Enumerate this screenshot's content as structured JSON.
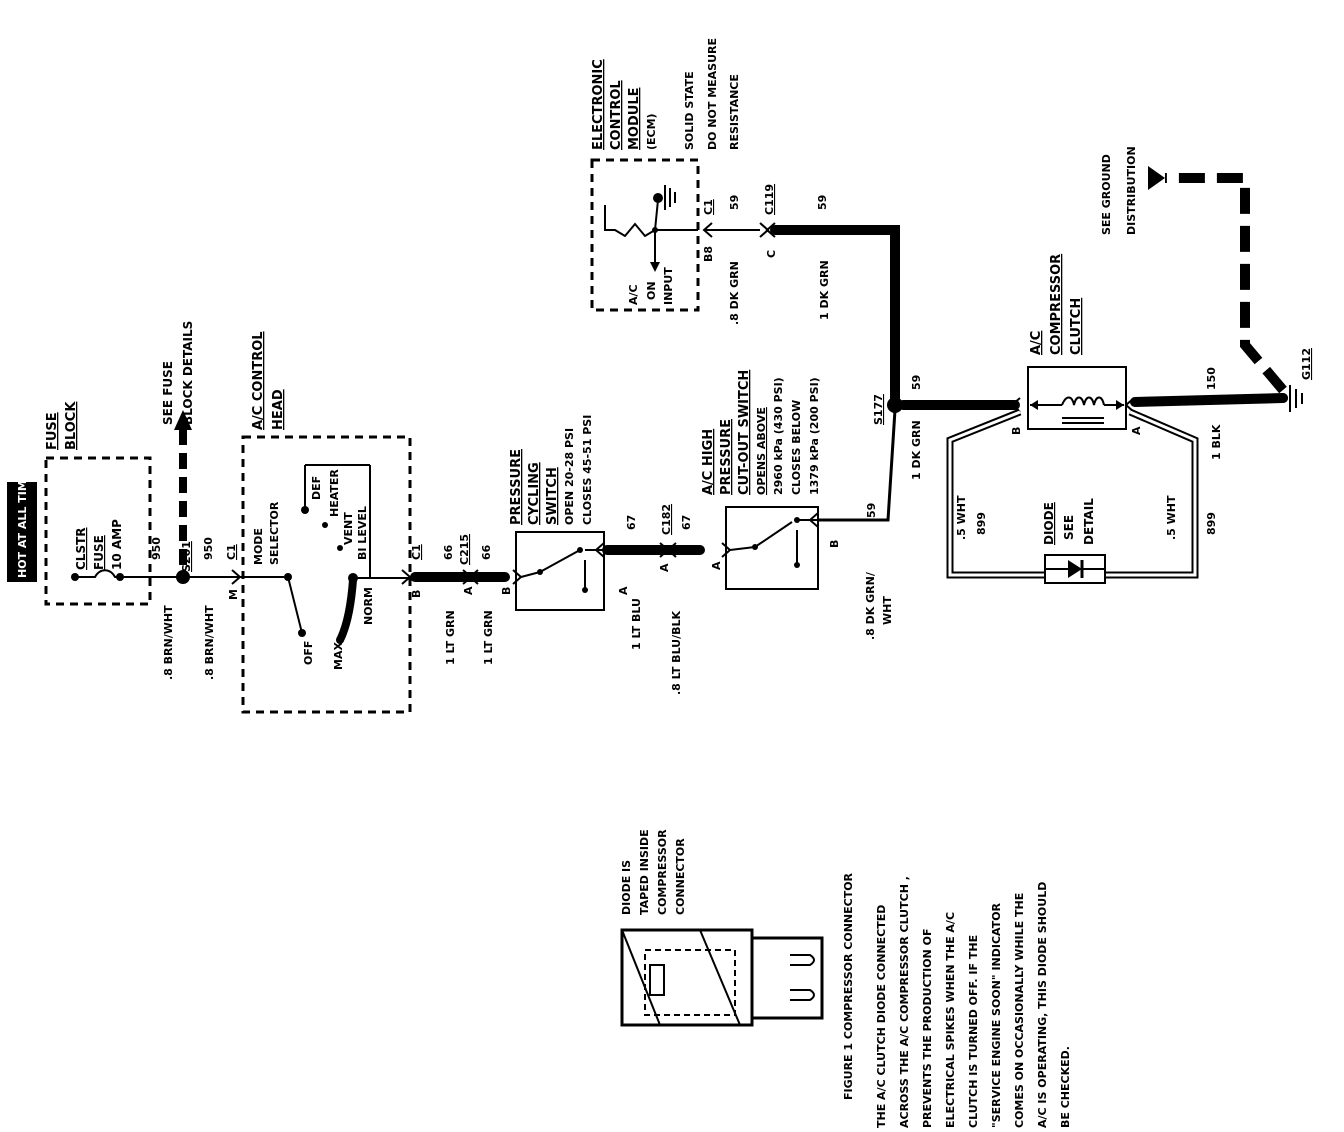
{
  "power_badge": "HOT AT ALL TIMES",
  "fuse_block": {
    "title": [
      "FUSE",
      "BLOCK"
    ],
    "fuse": [
      "CLSTR",
      "FUSE",
      "10 AMP"
    ],
    "see": [
      "SEE FUSE",
      "BLOCK DETAILS"
    ]
  },
  "splice_s201": "S201",
  "wires": {
    "w950a": "950",
    "w950a_color": ".8 BRN/WHT",
    "w950b": "950",
    "w950b_color": ".8 BRN/WHT",
    "w66a": "66",
    "w66a_color": "1 LT GRN",
    "w66b": "66",
    "w66b_color": "1 LT GRN",
    "w67a": "67",
    "w67a_color": "1 LT BLU",
    "w67b": "67",
    "w67b_color": ".8 LT BLU/BLK",
    "w59a": "59",
    "w59a_color": ".8 DK GRN",
    "w59b": "59",
    "w59b_color": "1 DK GRN",
    "w59c": "59",
    "w59c_color": "1 DK GRN",
    "w59d": "59",
    "w59d_color": [
      ".8 DK GRN/",
      "WHT"
    ],
    "w150": "150",
    "w150_color": "1 BLK",
    "w899a": "899",
    "w899a_color": ".5 WHT",
    "w899b": "899",
    "w899b_color": ".5 WHT"
  },
  "connectors": {
    "c1a": "C1",
    "c1a_pin": "M",
    "c1b": "C1",
    "c1b_pin": "B",
    "c215": "C215",
    "c215_pin_a": "A",
    "c215_pin_b": "B",
    "c182": "C182",
    "c182_pin_a": "A",
    "c182_pin_b": "A",
    "c1c": "C1",
    "c1c_pin": "B8",
    "c119": "C119",
    "c119_pin": "C",
    "s177": "S177",
    "switch_pin_a": "A",
    "switch_pin_b": "B",
    "hp_pin_a": "A",
    "hp_pin_b": "B",
    "clutch_pin_b": "B",
    "clutch_pin_a": "A"
  },
  "control_head": {
    "title": [
      "A/C CONTROL",
      "HEAD"
    ],
    "mode": [
      "MODE",
      "SELECTOR"
    ],
    "positions": [
      "DEF",
      "HEATER",
      "VENT",
      "BI LEVEL",
      "NORM",
      "MAX",
      "OFF"
    ]
  },
  "pressure_switch": {
    "title": [
      "PRESSURE",
      "CYCLING",
      "SWITCH"
    ],
    "spec": [
      "OPEN 20-28 PSI",
      "CLOSES 45-51 PSI"
    ]
  },
  "hp_switch": {
    "title": [
      "A/C HIGH",
      "PRESSURE",
      "CUT-OUT SWITCH"
    ],
    "spec": [
      "OPENS ABOVE",
      "2960 kPa (430 PSI)",
      "CLOSES BELOW",
      "1379 kPa (200 PSI)"
    ]
  },
  "ecm": {
    "title": [
      "ELECTRONIC",
      "CONTROL",
      "MODULE",
      "(ECM)"
    ],
    "note": [
      "SOLID STATE",
      "DO NOT MEASURE",
      "RESISTANCE"
    ],
    "input": [
      "A/C",
      "ON",
      "INPUT"
    ]
  },
  "clutch": {
    "title": [
      "A/C",
      "COMPRESSOR",
      "CLUTCH"
    ]
  },
  "diode": [
    "DIODE",
    "SEE",
    "DETAIL"
  ],
  "ground": {
    "label": "G112",
    "see": [
      "SEE GROUND",
      "DISTRIBUTION"
    ]
  },
  "detail": {
    "diode_note": [
      "DIODE IS",
      "TAPED INSIDE",
      "COMPRESSOR",
      "CONNECTOR"
    ],
    "caption": "FIGURE 1 COMPRESSOR CONNECTOR",
    "text": [
      "THE A/C CLUTCH DIODE CONNECTED",
      "ACROSS THE A/C COMPRESSOR CLUTCH ,",
      "PREVENTS THE PRODUCTION OF",
      "ELECTRICAL SPIKES WHEN THE A/C",
      "CLUTCH IS TURNED OFF.  IF THE",
      "\"SERVICE ENGINE SOON\" INDICATOR",
      "COMES ON OCCASIONALLY WHILE THE",
      "A/C IS OPERATING, THIS DIODE SHOULD",
      "BE CHECKED."
    ]
  }
}
